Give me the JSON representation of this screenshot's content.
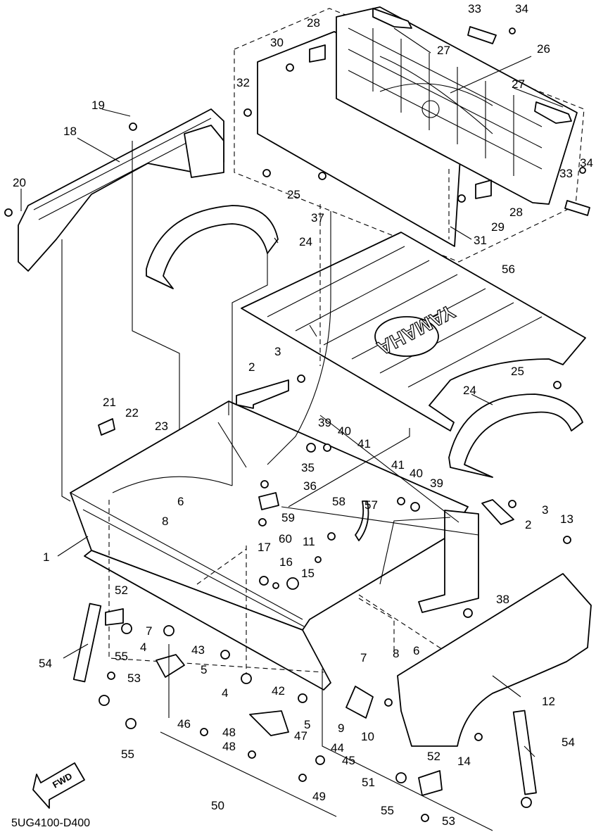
{
  "diagram": {
    "drawing_code": "5UG4100-D400",
    "direction_arrow_label": "FWD",
    "brand_logo_text": "YAMAHA",
    "callouts": [
      {
        "id": "c1",
        "label": "1"
      },
      {
        "id": "c2a",
        "label": "2"
      },
      {
        "id": "c2b",
        "label": "2"
      },
      {
        "id": "c3a",
        "label": "3"
      },
      {
        "id": "c3b",
        "label": "3"
      },
      {
        "id": "c4a",
        "label": "4"
      },
      {
        "id": "c4b",
        "label": "4"
      },
      {
        "id": "c5a",
        "label": "5"
      },
      {
        "id": "c5b",
        "label": "5"
      },
      {
        "id": "c6a",
        "label": "6"
      },
      {
        "id": "c6b",
        "label": "6"
      },
      {
        "id": "c7a",
        "label": "7"
      },
      {
        "id": "c7b",
        "label": "7"
      },
      {
        "id": "c8a",
        "label": "8"
      },
      {
        "id": "c8b",
        "label": "8"
      },
      {
        "id": "c9",
        "label": "9"
      },
      {
        "id": "c10",
        "label": "10"
      },
      {
        "id": "c11",
        "label": "11"
      },
      {
        "id": "c12",
        "label": "12"
      },
      {
        "id": "c13",
        "label": "13"
      },
      {
        "id": "c14",
        "label": "14"
      },
      {
        "id": "c15",
        "label": "15"
      },
      {
        "id": "c16",
        "label": "16"
      },
      {
        "id": "c17",
        "label": "17"
      },
      {
        "id": "c18",
        "label": "18"
      },
      {
        "id": "c19",
        "label": "19"
      },
      {
        "id": "c20",
        "label": "20"
      },
      {
        "id": "c21",
        "label": "21"
      },
      {
        "id": "c22",
        "label": "22"
      },
      {
        "id": "c23",
        "label": "23"
      },
      {
        "id": "c24a",
        "label": "24"
      },
      {
        "id": "c24b",
        "label": "24"
      },
      {
        "id": "c25a",
        "label": "25"
      },
      {
        "id": "c25b",
        "label": "25"
      },
      {
        "id": "c26",
        "label": "26"
      },
      {
        "id": "c27a",
        "label": "27"
      },
      {
        "id": "c27b",
        "label": "27"
      },
      {
        "id": "c28a",
        "label": "28"
      },
      {
        "id": "c28b",
        "label": "28"
      },
      {
        "id": "c29",
        "label": "29"
      },
      {
        "id": "c30",
        "label": "30"
      },
      {
        "id": "c31",
        "label": "31"
      },
      {
        "id": "c32",
        "label": "32"
      },
      {
        "id": "c33a",
        "label": "33"
      },
      {
        "id": "c33b",
        "label": "33"
      },
      {
        "id": "c34a",
        "label": "34"
      },
      {
        "id": "c34b",
        "label": "34"
      },
      {
        "id": "c35",
        "label": "35"
      },
      {
        "id": "c36",
        "label": "36"
      },
      {
        "id": "c37",
        "label": "37"
      },
      {
        "id": "c38",
        "label": "38"
      },
      {
        "id": "c39a",
        "label": "39"
      },
      {
        "id": "c39b",
        "label": "39"
      },
      {
        "id": "c40a",
        "label": "40"
      },
      {
        "id": "c40b",
        "label": "40"
      },
      {
        "id": "c41a",
        "label": "41"
      },
      {
        "id": "c41b",
        "label": "41"
      },
      {
        "id": "c42",
        "label": "42"
      },
      {
        "id": "c43",
        "label": "43"
      },
      {
        "id": "c44",
        "label": "44"
      },
      {
        "id": "c45",
        "label": "45"
      },
      {
        "id": "c46",
        "label": "46"
      },
      {
        "id": "c47",
        "label": "47"
      },
      {
        "id": "c48a",
        "label": "48"
      },
      {
        "id": "c48b",
        "label": "48"
      },
      {
        "id": "c49",
        "label": "49"
      },
      {
        "id": "c50",
        "label": "50"
      },
      {
        "id": "c51",
        "label": "51"
      },
      {
        "id": "c52a",
        "label": "52"
      },
      {
        "id": "c52b",
        "label": "52"
      },
      {
        "id": "c53a",
        "label": "53"
      },
      {
        "id": "c53b",
        "label": "53"
      },
      {
        "id": "c54a",
        "label": "54"
      },
      {
        "id": "c54b",
        "label": "54"
      },
      {
        "id": "c55a",
        "label": "55"
      },
      {
        "id": "c55b",
        "label": "55"
      },
      {
        "id": "c55c",
        "label": "55"
      },
      {
        "id": "c56",
        "label": "56"
      },
      {
        "id": "c57",
        "label": "57"
      },
      {
        "id": "c58",
        "label": "58"
      },
      {
        "id": "c59",
        "label": "59"
      },
      {
        "id": "c60",
        "label": "60"
      }
    ]
  }
}
